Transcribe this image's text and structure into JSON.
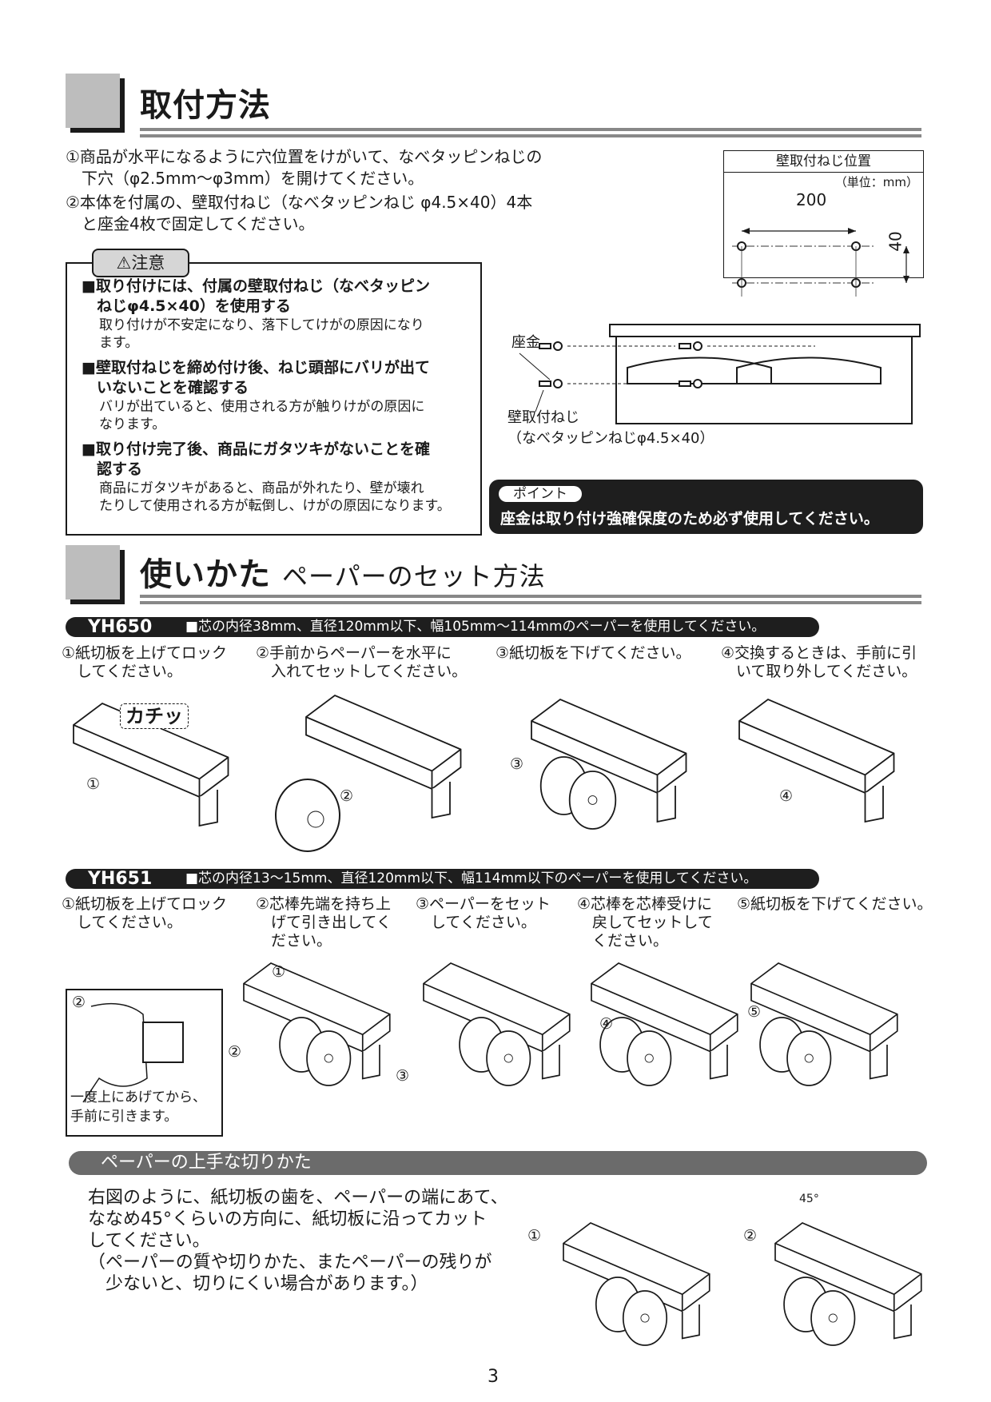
{
  "installation": {
    "title": "取付方法",
    "steps": [
      "①商品が水平になるように穴位置をけがいて、なべタッピンねじの\n　下穴（φ2.5mm～φ3mm）を開けてください。",
      "②本体を付属の、壁取付ねじ（なべタッピンねじ φ4.5×40）4本\n　と座金4枚で固定してください。"
    ],
    "caution": {
      "label": "⚠注意",
      "items": [
        {
          "head": "■取り付けには、付属の壁取付ねじ（なべタッピン\n　ねじφ4.5×40）を使用する",
          "body": "取り付けが不安定になり、落下してけがの原因になり\nます。"
        },
        {
          "head": "■壁取付ねじを締め付け後、ねじ頭部にバリが出て\n　いないことを確認する",
          "body": "バリが出ていると、使用される方が触りけがの原因に\nなります。"
        },
        {
          "head": "■取り付け完了後、商品にガタツキがないことを確\n　認する",
          "body": "商品にガタツキがあると、商品が外れたり、壁が壊れ\nたりして使用される方が転倒し、けがの原因になります。"
        }
      ]
    },
    "screw_position": {
      "title": "壁取付ねじ位置",
      "unit": "（単位：mm）",
      "width": "200",
      "height": "40"
    },
    "diagram": {
      "washer_label": "座金",
      "screw_label": "壁取付ねじ",
      "screw_spec": "（なべタッピンねじφ4.5×40）"
    },
    "point": {
      "tag": "ポイント",
      "message": "座金は取り付け強確保度のため必ず使用してください。"
    }
  },
  "usage": {
    "title": "使いかた",
    "subtitle": "ペーパーのセット方法",
    "models": [
      {
        "name": "YH650",
        "spec": "■芯の内径38mm、直径120mm以下、幅105mm～114mmのペーパーを使用してください。",
        "steps": [
          "①紙切板を上げてロック\n　してください。",
          "②手前からペーパーを水平に\n　入れてセットしてください。",
          "③紙切板を下げてください。",
          "④交換するときは、手前に引\n　いて取り外してください。"
        ],
        "click_sound": "カチッ",
        "figure_numbers": [
          "①",
          "②",
          "③",
          "④"
        ]
      },
      {
        "name": "YH651",
        "spec": "■芯の内径13～15mm、直径120mm以下、幅114mm以下のペーパーを使用してください。",
        "steps": [
          "①紙切板を上げてロック\n　してください。",
          "②芯棒先端を持ち上\n　げて引き出してく\n　ださい。",
          "③ペーパーをセット\n　してください。",
          "④芯棒を芯棒受けに\n　戻してセットして\n　ください。",
          "⑤紙切板を下げてください。"
        ],
        "inset_note": "一度上にあげてから、\n手前に引きます。",
        "figure_numbers": [
          "①",
          "②",
          "②",
          "③",
          "④",
          "⑤"
        ]
      }
    ],
    "cutting": {
      "title": "ペーパーの上手な切りかた",
      "text": "右図のように、紙切板の歯を、ペーパーの端にあて、\nななめ45°くらいの方向に、紙切板に沿ってカット\nしてください。\n（ペーパーの質や切りかた、またペーパーの残りが\n　少ないと、切りにくい場合があります。）",
      "angle_label": "45°",
      "figure_numbers": [
        "①",
        "②"
      ]
    }
  },
  "page_number": "3"
}
